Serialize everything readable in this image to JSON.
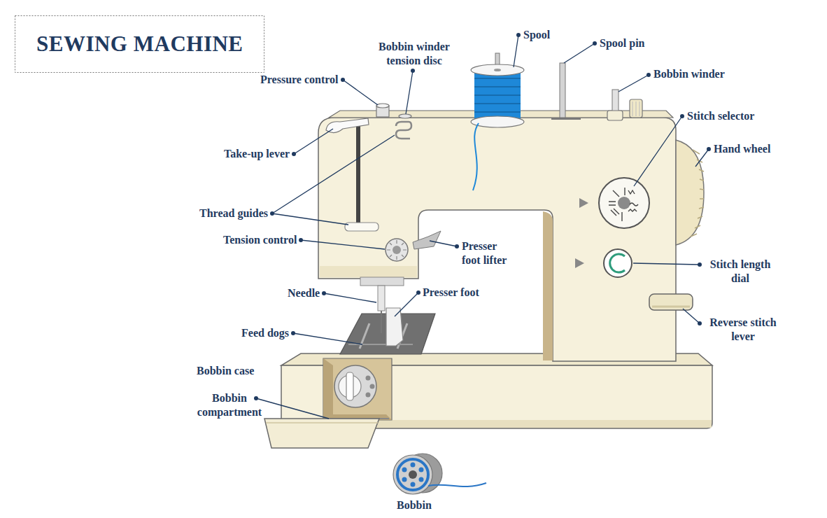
{
  "diagram": {
    "title": "SEWING MACHINE",
    "labels": [
      "Spool",
      "Spool pin",
      "Bobbin winder tension disc",
      "Pressure control",
      "Bobbin winder",
      "Stitch selector",
      "Hand wheel",
      "Take-up lever",
      "Thread guides",
      "Tension control",
      "Presser foot lifter",
      "Stitch length dial",
      "Needle",
      "Presser foot",
      "Reverse stitch lever",
      "Feed dogs",
      "Bobbin case",
      "Bobbin compartment",
      "Bobbin"
    ]
  }
}
